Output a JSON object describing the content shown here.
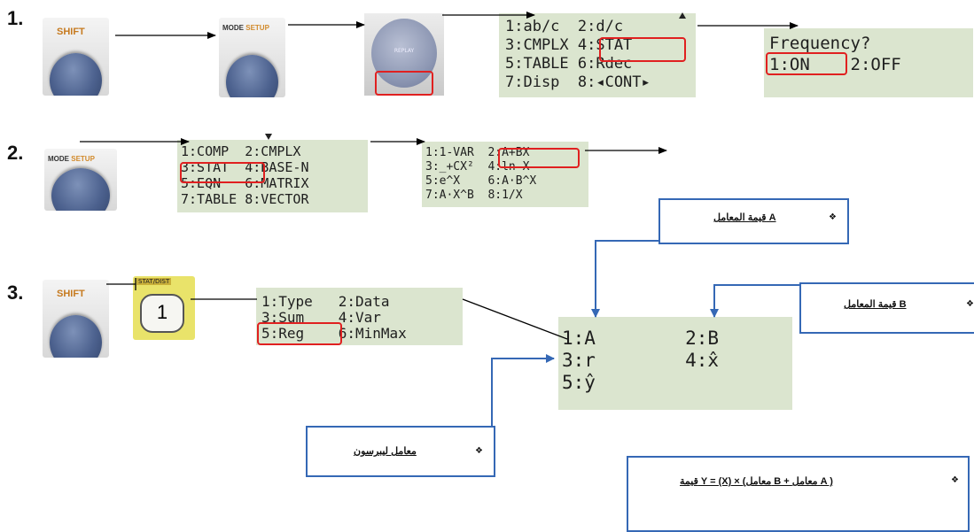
{
  "steps": [
    "1.",
    "2.",
    "3."
  ],
  "keys": {
    "shift": "SHIFT",
    "mode_prefix": "MODE",
    "mode_suffix": "SETUP",
    "replay": "REPLAY",
    "stat_dist": "STAT/DIST",
    "one": "1"
  },
  "screens": {
    "setup_menu": [
      "1:ab/c  2:d/c",
      "3:CMPLX 4:STAT",
      "5:TABLE 6:Rdec",
      "7:Disp  8:◂CONT▸"
    ],
    "frequency": [
      "Frequency?",
      "1:ON    2:OFF"
    ],
    "mode_menu": [
      "1:COMP  2:CMPLX",
      "3:STAT  4:BASE-N",
      "5:EQN   6:MATRIX",
      "7:TABLE 8:VECTOR"
    ],
    "stat_type": [
      "1:1-VAR  2:A+BX",
      "3:_+CX²  4:ln X",
      "5:e^X    6:A·B^X",
      "7:A·X^B  8:1/X"
    ],
    "stat_sub": [
      "1:Type   2:Data",
      "3:Sum    4:Var",
      "5:Reg    6:MinMax"
    ],
    "reg_menu": [
      "1:A        2:B",
      "3:r        4:x̂",
      "5:ŷ"
    ]
  },
  "notes": {
    "coef_a": "قيمة المعامل A",
    "coef_b": "قيمة المعامل B",
    "pearson": "معامل ليبرسون",
    "formula": "قيمة  Y  =  (X) × (معامل B + معامل A )"
  },
  "bullet": "❖",
  "colors": {
    "highlight": "#e02020",
    "note_border": "#3568b5",
    "lcd": "#dbe5cf",
    "arrow": "#000000"
  }
}
